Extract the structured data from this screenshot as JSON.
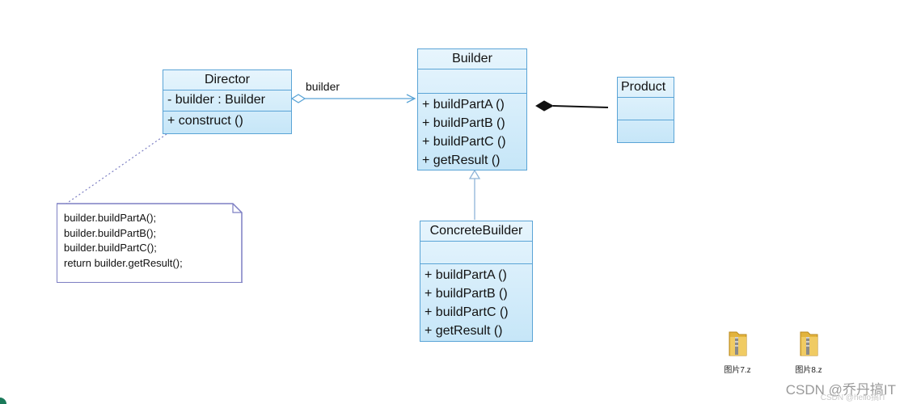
{
  "director": {
    "name": "Director",
    "attributes": [
      "- builder : Builder"
    ],
    "operations": [
      "+ construct ()"
    ]
  },
  "association": {
    "label": "builder"
  },
  "builder": {
    "name": "Builder",
    "operations": [
      "+ buildPartA ()",
      "+ buildPartB ()",
      "+ buildPartC ()",
      "+ getResult ()"
    ]
  },
  "product": {
    "name": "Product"
  },
  "concrete_builder": {
    "name": "ConcreteBuilder",
    "operations": [
      "+ buildPartA ()",
      "+ buildPartB ()",
      "+ buildPartC ()",
      "+ getResult ()"
    ]
  },
  "note": {
    "lines": [
      "builder.buildPartA();",
      "builder.buildPartB();",
      "builder.buildPartC();",
      "return builder.getResult();"
    ]
  },
  "files": [
    {
      "name": "图片7.z"
    },
    {
      "name": "图片8.z"
    }
  ],
  "watermark": {
    "text": "CSDN @乔丹搞IT",
    "ghost_text": "CSDN @hello搞IT"
  },
  "colors": {
    "class_fill_top": "#e7f5fd",
    "class_fill_bottom": "#c6e6f8",
    "class_border": "#5aa4d6",
    "note_border": "#7d7fc3",
    "folder": "#e2b33d"
  }
}
